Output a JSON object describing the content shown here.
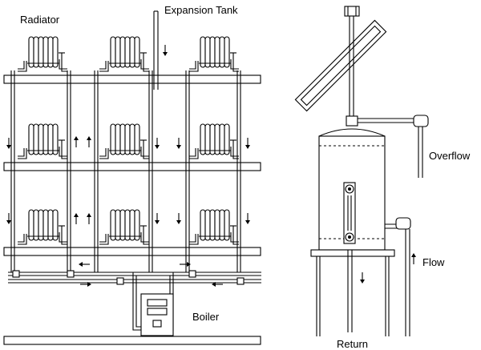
{
  "labels": {
    "radiator": "Radiator",
    "expansion_tank": "Expansion Tank",
    "boiler": "Boiler",
    "overflow": "Overflow",
    "flow": "Flow",
    "return": "Return"
  }
}
